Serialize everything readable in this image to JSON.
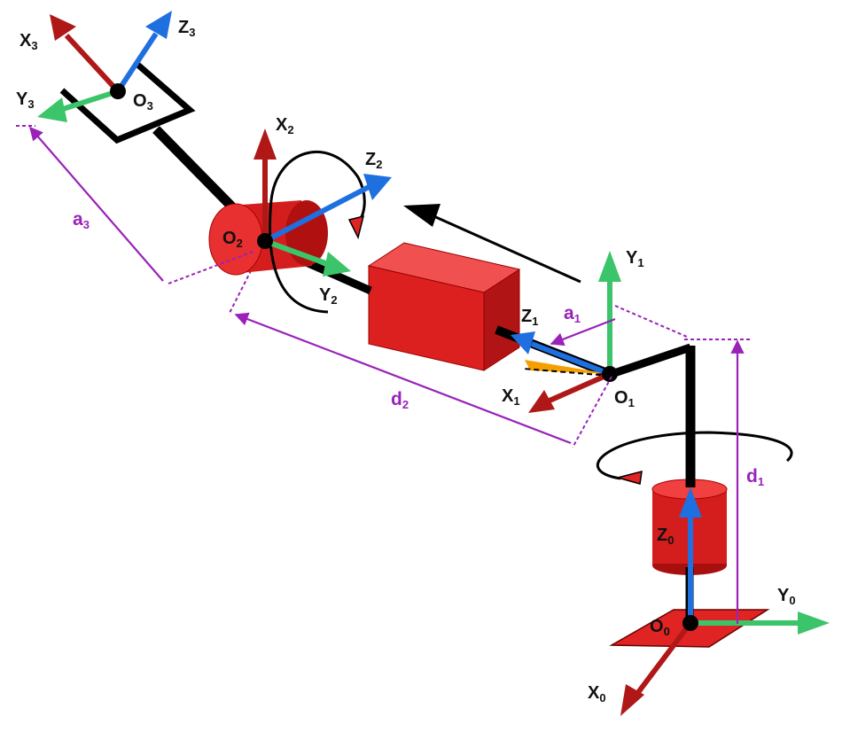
{
  "colors": {
    "x_axis": "#b01818",
    "y_axis": "#3cc46a",
    "z_axis": "#1e6fe0",
    "dimension": "#9a22b8",
    "body_red": "#e02424",
    "link": "#000000",
    "joint_angle": "#f5a000"
  },
  "frames": {
    "f0": {
      "origin": {
        "base": "O",
        "sub": "0"
      },
      "x": {
        "base": "X",
        "sub": "0"
      },
      "y": {
        "base": "Y",
        "sub": "0"
      },
      "z": {
        "base": "Z",
        "sub": "0"
      }
    },
    "f1": {
      "origin": {
        "base": "O",
        "sub": "1"
      },
      "x": {
        "base": "X",
        "sub": "1"
      },
      "y": {
        "base": "Y",
        "sub": "1"
      },
      "z": {
        "base": "Z",
        "sub": "1"
      }
    },
    "f2": {
      "origin": {
        "base": "O",
        "sub": "2"
      },
      "x": {
        "base": "X",
        "sub": "2"
      },
      "y": {
        "base": "Y",
        "sub": "2"
      },
      "z": {
        "base": "Z",
        "sub": "2"
      }
    },
    "f3": {
      "origin": {
        "base": "O",
        "sub": "3"
      },
      "x": {
        "base": "X",
        "sub": "3"
      },
      "y": {
        "base": "Y",
        "sub": "3"
      },
      "z": {
        "base": "Z",
        "sub": "3"
      }
    }
  },
  "dimensions": {
    "d1": {
      "base": "d",
      "sub": "1"
    },
    "a1": {
      "base": "a",
      "sub": "1"
    },
    "d2": {
      "base": "d",
      "sub": "2"
    },
    "a3": {
      "base": "a",
      "sub": "3"
    }
  },
  "icons": {
    "rotation": "rotation-arrow-icon",
    "translation": "translation-arrow-icon"
  }
}
